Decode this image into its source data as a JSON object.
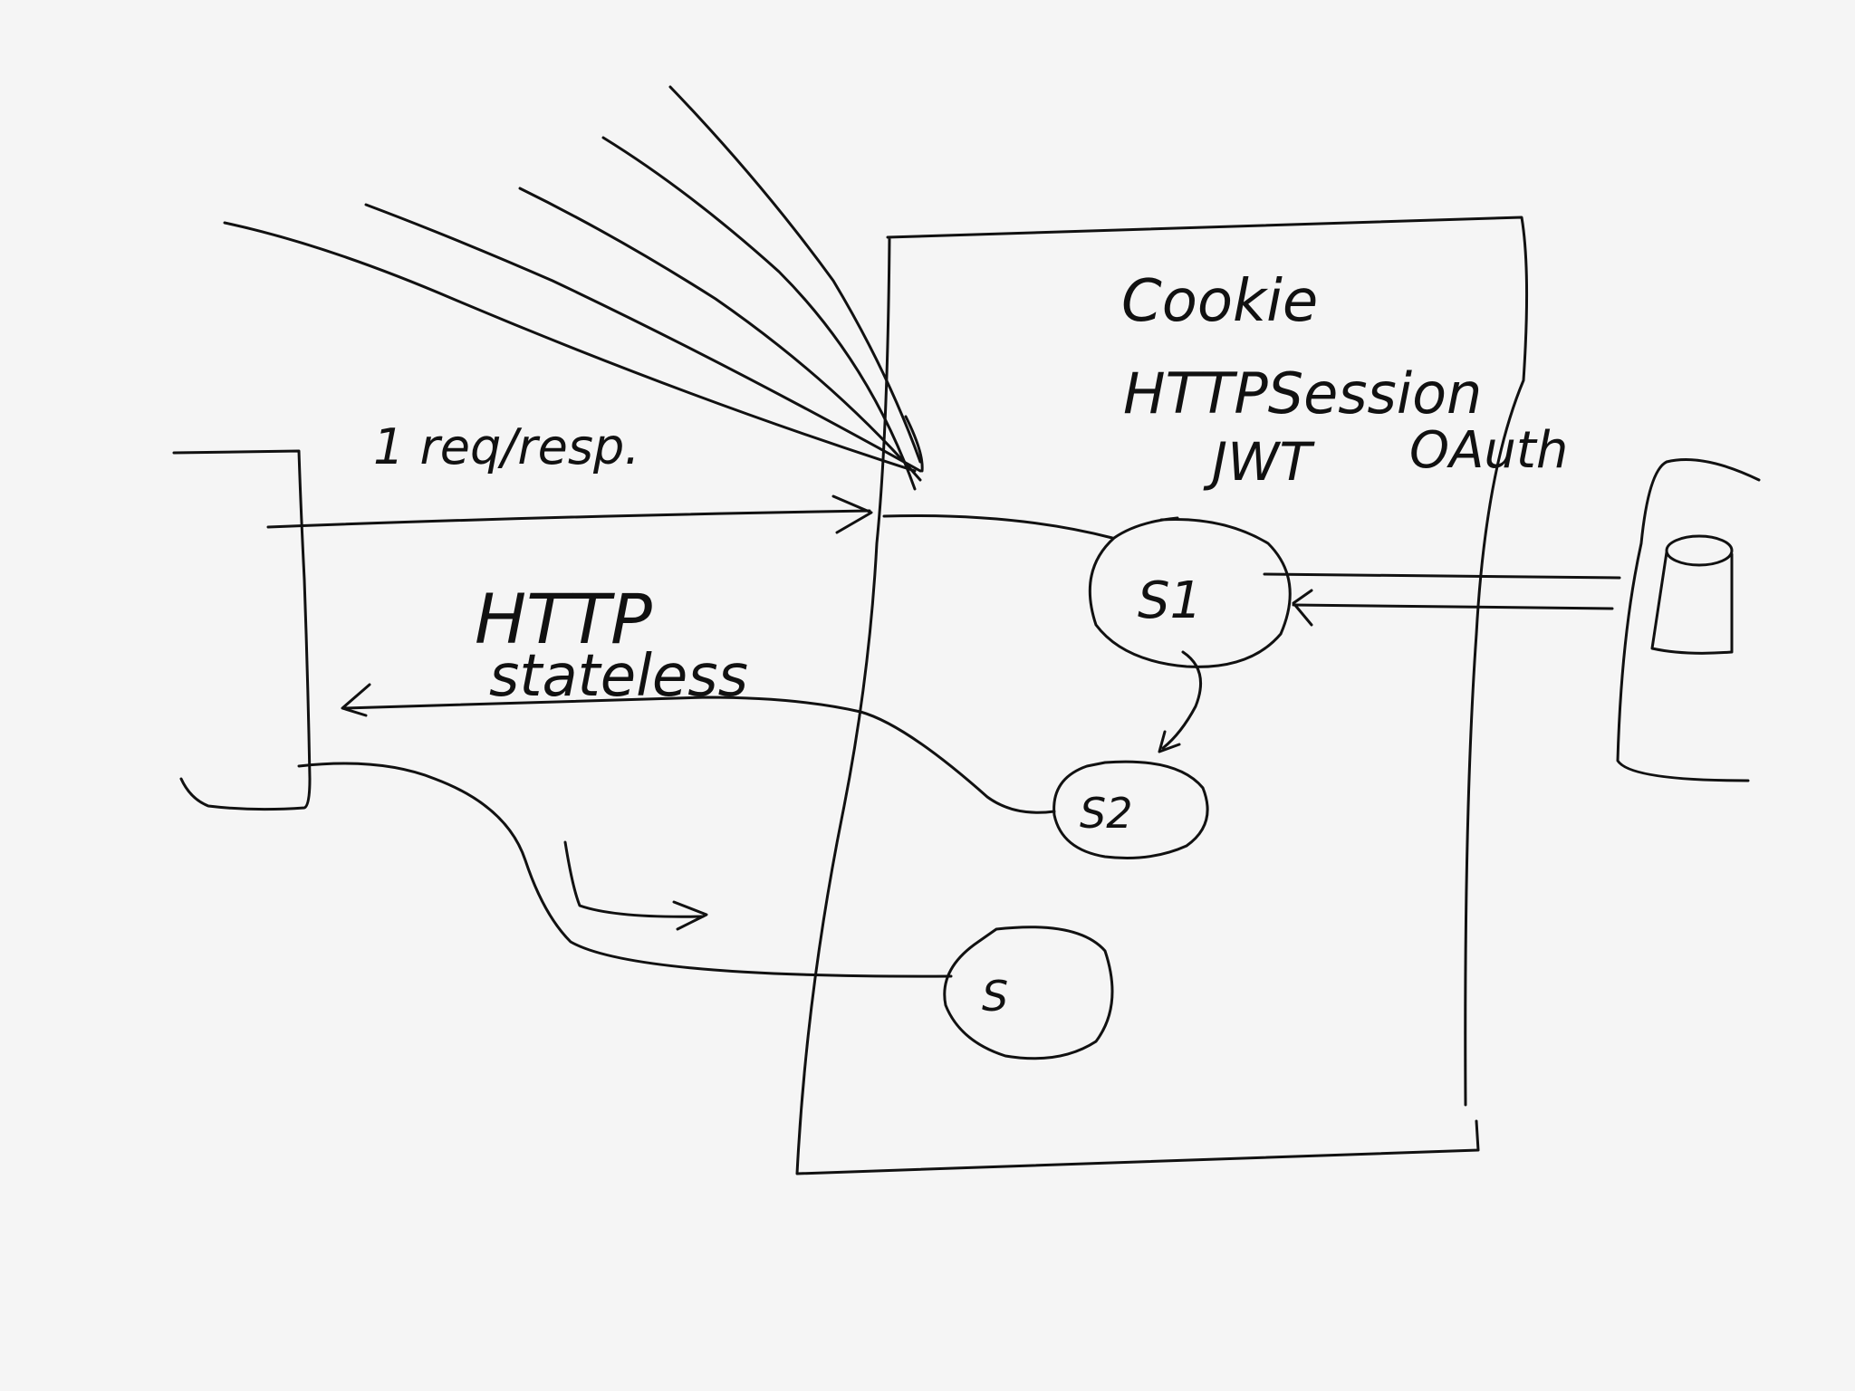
{
  "diagram": {
    "labels": {
      "req_resp": "1 req/resp.",
      "http": "HTTP",
      "stateless": "stateless",
      "cookie": "Cookie",
      "http_session": "HTTPSession",
      "jwt": "JWT",
      "oauth": "OAuth"
    },
    "nodes": {
      "s1": "S1",
      "s2": "S2",
      "s": "S"
    }
  },
  "colors": {
    "background": "#f5f5f5",
    "ink": "#111111"
  }
}
